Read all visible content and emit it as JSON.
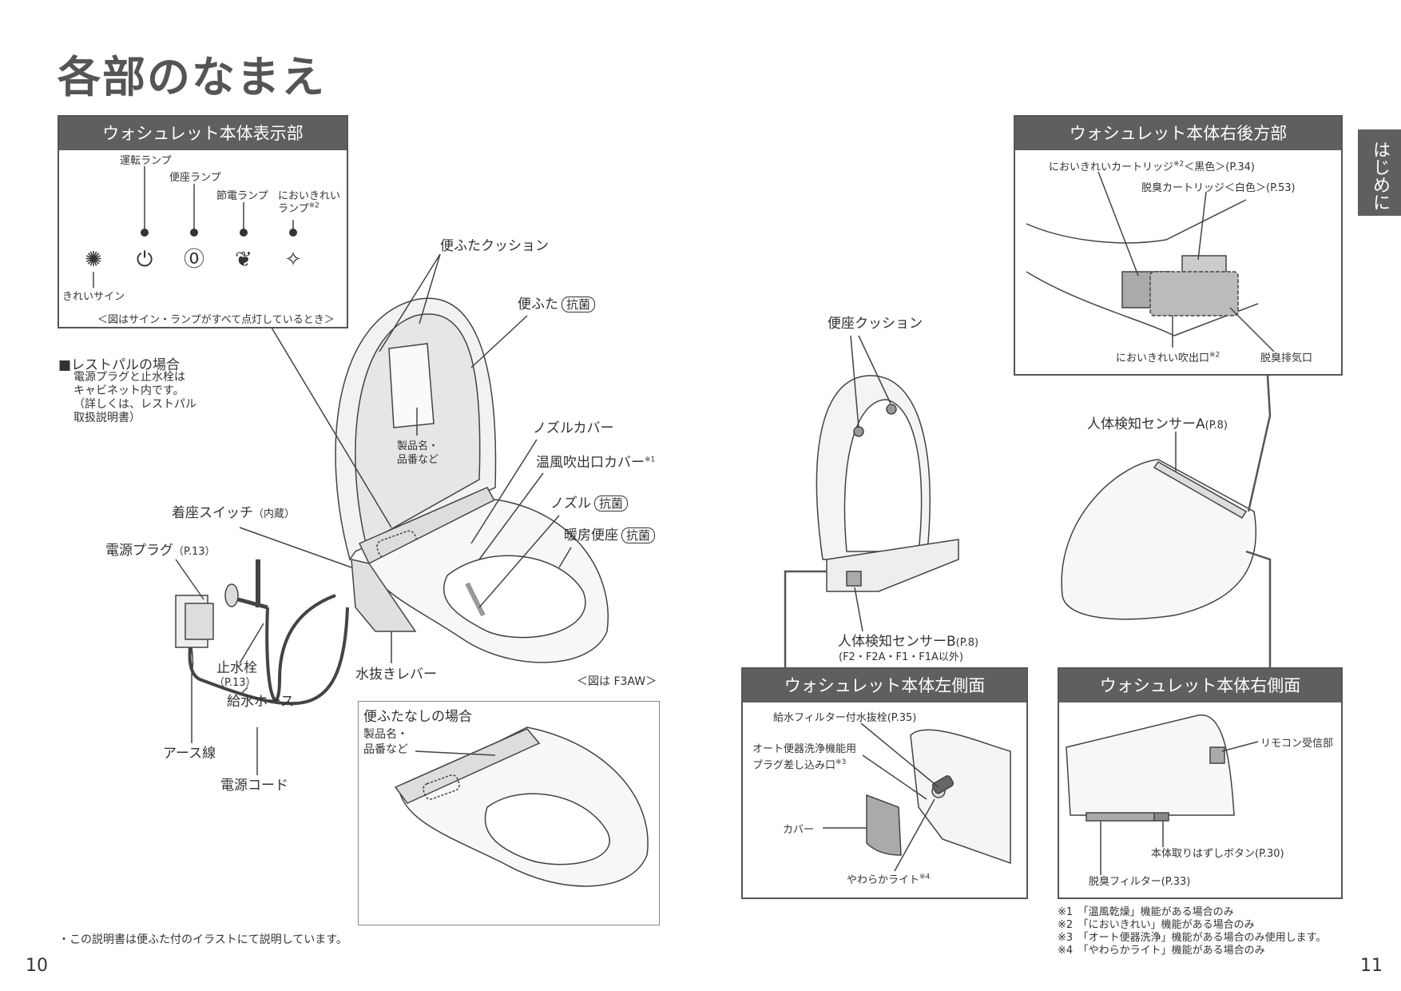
{
  "title": "各部のなまえ",
  "side_tab": "はじめに",
  "page_left": "10",
  "page_right": "11",
  "display_panel": {
    "header": "ウォシュレット本体表示部",
    "lamps": [
      {
        "label": "運転ランプ",
        "icon": "power-icon"
      },
      {
        "label": "便座ランプ",
        "icon": "seat-icon"
      },
      {
        "label": "節電ランプ",
        "icon": "leaf-icon"
      },
      {
        "label": "においきれい",
        "label2": "ランプ",
        "note": "※2",
        "icon": "sparkle-icon"
      }
    ],
    "sign": {
      "label": "きれいサイン",
      "icon": "shine-icon"
    },
    "caption": "＜図はサイン・ランプがすべて点灯しているとき＞"
  },
  "restpal": {
    "heading": "■レストパルの場合",
    "lines": [
      "電源プラグと止水栓は",
      "キャビネット内です。",
      "（詳しくは、レストパル",
      "取扱説明書）"
    ]
  },
  "main_labels": {
    "lid_cushion": "便ふたクッション",
    "lid": "便ふた",
    "antibac": "抗菌",
    "product_name": "製品名・",
    "product_no": "品番など",
    "nozzle_cover": "ノズルカバー",
    "warm_air_cover": "温風吹出口カバー",
    "warm_air_note": "※1",
    "nozzle": "ノズル",
    "heated_seat": "暖房便座",
    "seat_switch": "着座スイッチ",
    "seat_switch_note": "（内蔵）",
    "power_plug": "電源プラグ",
    "power_plug_ref": "（P.13）",
    "stop_valve": "止水栓",
    "stop_valve_ref": "（P.13）",
    "supply_hose": "給水ホース",
    "earth_wire": "アース線",
    "power_cord": "電源コード",
    "drain_lever": "水抜きレバー",
    "figure_model": "＜図は F3AW＞"
  },
  "no_lid": {
    "heading": "便ふたなしの場合",
    "product_name": "製品名・",
    "product_no": "品番など"
  },
  "bottom_note": "・この説明書は便ふた付のイラストにて説明しています。",
  "right_rear": {
    "header": "ウォシュレット本体右後方部",
    "cartridge_black": "においきれいカートリッジ",
    "cartridge_black_note": "※2",
    "cartridge_black_tail": "＜黒色＞(P.34)",
    "cartridge_white": "脱臭カートリッジ＜白色＞(P.53)",
    "outlet": "においきれい吹出口",
    "outlet_note": "※2",
    "exhaust": "脱臭排気口"
  },
  "seat_cushion": "便座クッション",
  "sensor_b": {
    "label": "人体検知センサーB",
    "ref": "(P.8)",
    "note": "(F2・F2A・F1・F1A以外)"
  },
  "sensor_a": {
    "label": "人体検知センサーA",
    "ref": "(P.8)"
  },
  "left_side": {
    "header": "ウォシュレット本体左側面",
    "drain_plug": "給水フィルター付水抜栓(P.35)",
    "auto_flush1": "オート便器洗浄機能用",
    "auto_flush2": "プラグ差し込み口",
    "auto_flush_note": "※3",
    "cover": "カバー",
    "soft_light": "やわらかライト",
    "soft_light_note": "※4"
  },
  "right_side": {
    "header": "ウォシュレット本体右側面",
    "remote_receiver": "リモコン受信部",
    "release_button": "本体取りはずしボタン(P.30)",
    "deodor_filter": "脱臭フィルター(P.33)"
  },
  "footnotes": [
    "※1　「温風乾燥」機能がある場合のみ",
    "※2　「においきれい」機能がある場合のみ",
    "※3　「オート便器洗浄」機能がある場合のみ使用します。",
    "※4　「やわらかライト」機能がある場合のみ"
  ]
}
